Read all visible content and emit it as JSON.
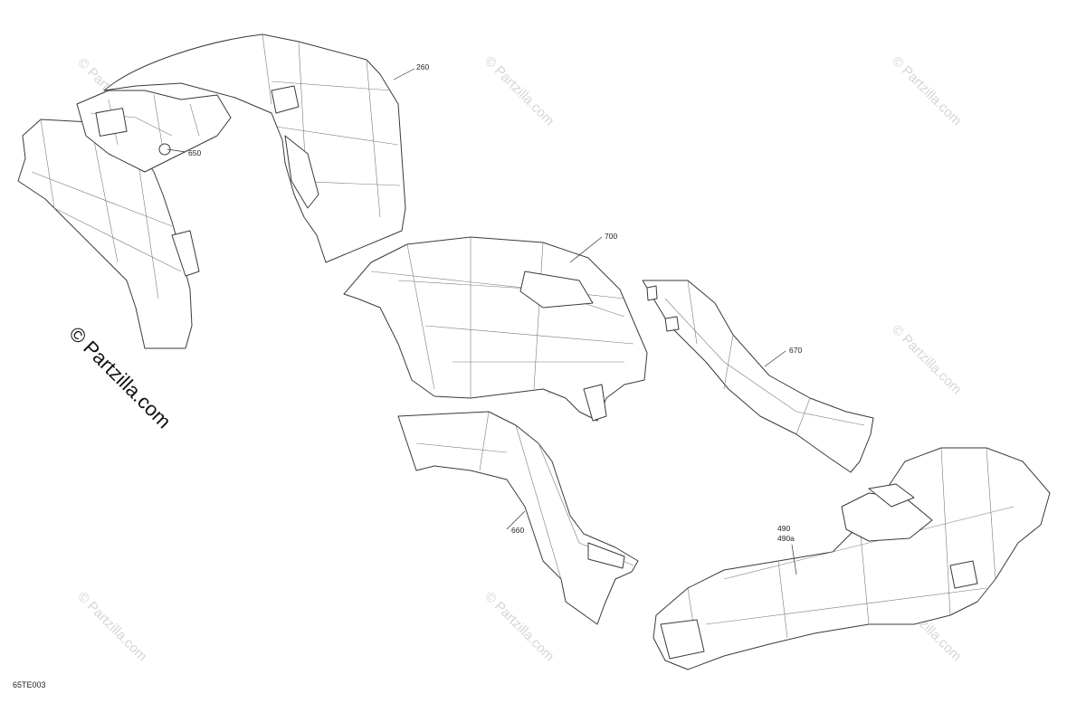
{
  "diagram": {
    "code": "65TE003",
    "callouts": {
      "p260": "260",
      "p650": "650",
      "p700": "700",
      "p670": "670",
      "p660": "660",
      "p490": "490",
      "p490a": "490a"
    },
    "watermark": {
      "text": "© Partzilla.com",
      "brand_text": "© Partzilla.com"
    },
    "colors": {
      "line": "#3a3a3a",
      "watermark": "#d6d6d6"
    }
  }
}
